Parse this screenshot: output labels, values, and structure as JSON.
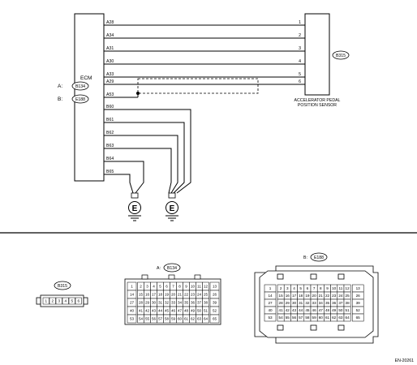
{
  "ecm": {
    "title": "ECM",
    "conn_a_prefix": "A:",
    "conn_a_code": "B134",
    "conn_b_prefix": "B:",
    "conn_b_code": "E188"
  },
  "ecm_pins": [
    "A28",
    "A34",
    "A31",
    "A30",
    "A33",
    "A29",
    "A53",
    "B60",
    "B61",
    "B62",
    "B63",
    "B64",
    "B65"
  ],
  "sensor": {
    "code": "B315",
    "name_line1": "ACCELERATOR PEDAL",
    "name_line2": "POSITION SENSOR",
    "pins": [
      "1",
      "2",
      "3",
      "4",
      "5",
      "6"
    ]
  },
  "ground_symbol": "E",
  "connectors": {
    "b315": {
      "code": "B315",
      "pins": [
        "1",
        "2",
        "3",
        "4",
        "5",
        "6"
      ]
    },
    "a_b134": {
      "prefix": "A:",
      "code": "B134",
      "rows": [
        [
          "1",
          "2",
          "3",
          "4",
          "5",
          "6",
          "7",
          "8",
          "9",
          "10",
          "11",
          "12",
          "13"
        ],
        [
          "14",
          "15",
          "16",
          "17",
          "18",
          "19",
          "20",
          "21",
          "22",
          "23",
          "24",
          "25",
          "26"
        ],
        [
          "27",
          "28",
          "29",
          "30",
          "31",
          "32",
          "33",
          "34",
          "35",
          "36",
          "37",
          "38",
          "39"
        ],
        [
          "40",
          "41",
          "42",
          "43",
          "44",
          "45",
          "46",
          "47",
          "48",
          "49",
          "50",
          "51",
          "52"
        ],
        [
          "53",
          "54",
          "55",
          "56",
          "57",
          "58",
          "59",
          "60",
          "61",
          "62",
          "63",
          "64",
          "65"
        ]
      ]
    },
    "b_e188": {
      "prefix": "B:",
      "code": "E188",
      "rows": [
        [
          "1",
          "2",
          "3",
          "4",
          "5",
          "6",
          "7",
          "8",
          "9",
          "10",
          "11",
          "12",
          "13"
        ],
        [
          "14",
          "15",
          "16",
          "17",
          "18",
          "19",
          "20",
          "21",
          "22",
          "23",
          "24",
          "25",
          "26"
        ],
        [
          "27",
          "28",
          "29",
          "30",
          "31",
          "32",
          "33",
          "34",
          "35",
          "36",
          "37",
          "38",
          "39"
        ],
        [
          "40",
          "41",
          "42",
          "43",
          "44",
          "45",
          "46",
          "47",
          "48",
          "49",
          "50",
          "51",
          "52"
        ],
        [
          "53",
          "54",
          "55",
          "56",
          "57",
          "58",
          "59",
          "60",
          "61",
          "62",
          "63",
          "64",
          "65"
        ]
      ]
    }
  },
  "figure_id": "EN-20261"
}
